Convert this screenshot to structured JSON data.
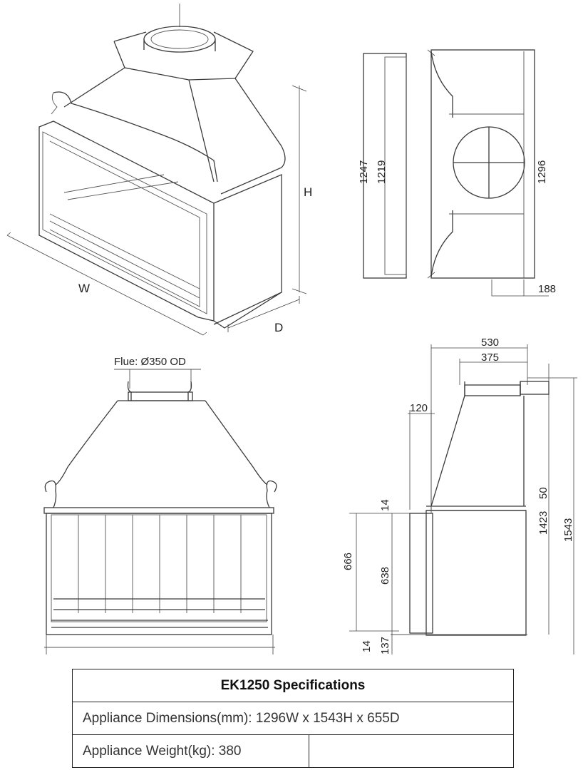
{
  "isometric_view": {
    "label_w": "W",
    "label_h": "H",
    "label_d": "D"
  },
  "top_view": {
    "dims": [
      "1247",
      "1219",
      "1296",
      "188"
    ]
  },
  "front_view": {
    "flue_label": "Flue: Ø350 OD"
  },
  "side_view": {
    "dims_top": [
      "530",
      "375",
      "120"
    ],
    "dims_right": [
      "1423",
      "50",
      "1543"
    ],
    "dims_left": [
      "14",
      "666",
      "638",
      "14",
      "137"
    ]
  },
  "spec_table": {
    "title": "EK1250 Specifications",
    "row1": "Appliance Dimensions(mm): 1296W x 1543H x 655D",
    "row2": "Appliance Weight(kg): 380"
  }
}
